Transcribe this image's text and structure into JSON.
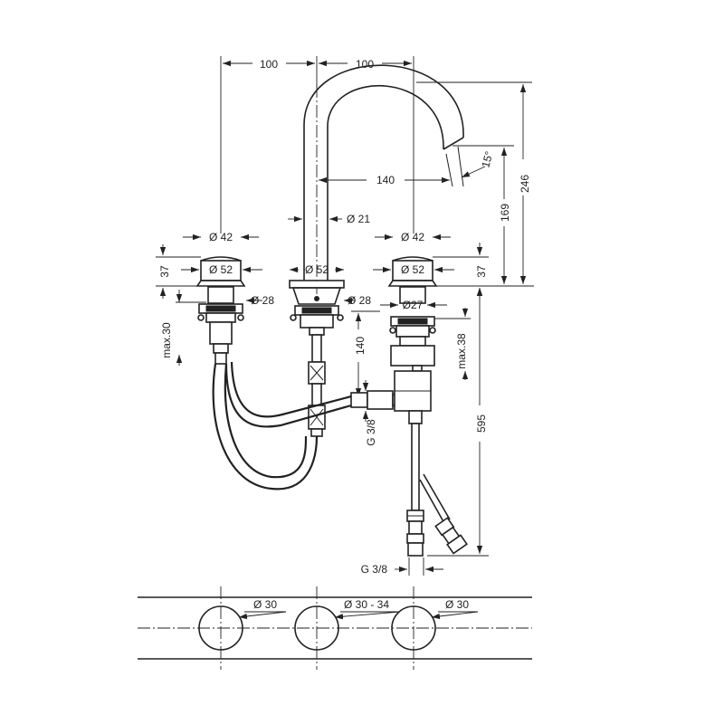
{
  "dimensions": {
    "spacing_left": "100",
    "spacing_right": "100",
    "height_total": "246",
    "height_spout": "169",
    "spout_reach": "140",
    "spout_angle": "15°",
    "spout_diameter": "Ø 21",
    "handle_left_diameter": "Ø 42",
    "handle_right_diameter": "Ø 42",
    "rosette_left": "Ø 52",
    "rosette_center": "Ø 52",
    "rosette_right": "Ø 52",
    "handle_left_height": "37",
    "handle_right_height": "37",
    "shank_left": "Ø 28",
    "shank_center": "Ø 28",
    "shank_right": "Ø27",
    "max_left": "max.30",
    "max_right": "max.38",
    "hose_length": "140",
    "connection_side": "G 3/8",
    "connection_bottom": "G 3/8",
    "length_total": "595",
    "hole_left": "Ø 30",
    "hole_center": "Ø 30 - 34",
    "hole_right": "Ø 30"
  },
  "colors": {
    "line": "#222222",
    "background": "#ffffff"
  }
}
